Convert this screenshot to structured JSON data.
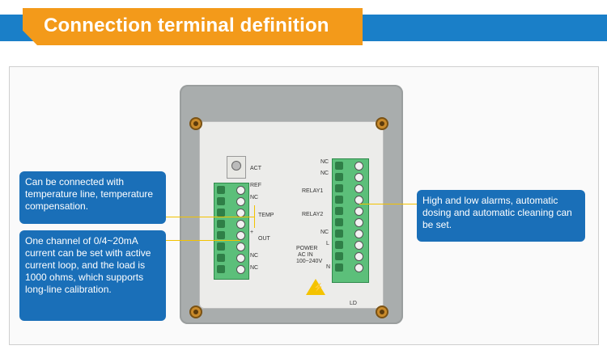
{
  "header": {
    "title": "Connection terminal definition"
  },
  "terminals": {
    "left": [
      "ACT",
      "REF",
      "NC",
      "TEMP",
      "+",
      "OUT",
      "NC",
      "NC"
    ],
    "right": [
      "NC",
      "NC",
      "RELAY1",
      "RELAY2",
      "NC",
      "POWER",
      "AC IN",
      "100~240V",
      "L",
      "N",
      "LD"
    ]
  },
  "callouts": {
    "temp": "Can be connected with temperature line, temperature compensation.",
    "output": "One channel of 0/4~20mA current can be set with active current loop, and the load is 1000 ohms, which supports long-line calibration.",
    "alarm": "High and low alarms, automatic dosing and automatic cleaning can be set."
  },
  "colors": {
    "band": "#1a7fc8",
    "tab": "#f39a1a",
    "callout": "#1a6fb8",
    "leader": "#f2c200"
  }
}
